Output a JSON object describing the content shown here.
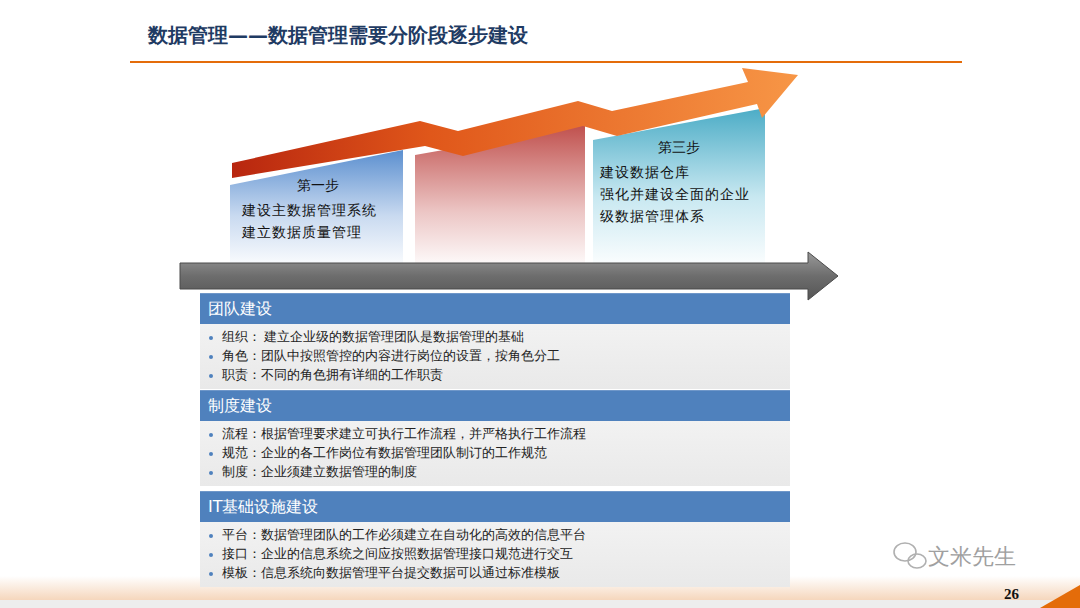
{
  "diagram": {
    "title": "数据管理——数据管理需要分阶段逐步建设",
    "nodes": [
      {
        "text": [
          "第一步",
          "建设主数据管理系统 建立数据质量管理"
        ]
      },
      {
        "text": [
          "第三步",
          "建设数据仓库",
          "强化并建设全面的企业级数据管理体系"
        ]
      },
      {
        "text": [
          "团队建设",
          "组织： 建立企业级的数据管理团队是数据管理的基础",
          "角色：团队中按照管控的内容进行岗位的设置，按角色分工",
          "职责：不同的角色拥有详细的工作职责"
        ]
      },
      {
        "text": [
          "制度建设",
          "流程：根据管理要求建立可执行工作流程，并严格执行工作流程",
          "规范：企业的各工作岗位有数据管理团队制订的工作规范",
          "制度：企业须建立数据管理的制度"
        ]
      },
      {
        "text": [
          "IT基础设施建设",
          "平台：数据管理团队的工作必须建立在自动化的高效的信息平台",
          "接口：企业的信息系统之间应按照数据管理接口规范进行交互",
          "模板：信息系统向数据管理平台提交数据可以通过标准模板"
        ]
      }
    ],
    "labels": [
      "文米先生",
      "26"
    ]
  }
}
